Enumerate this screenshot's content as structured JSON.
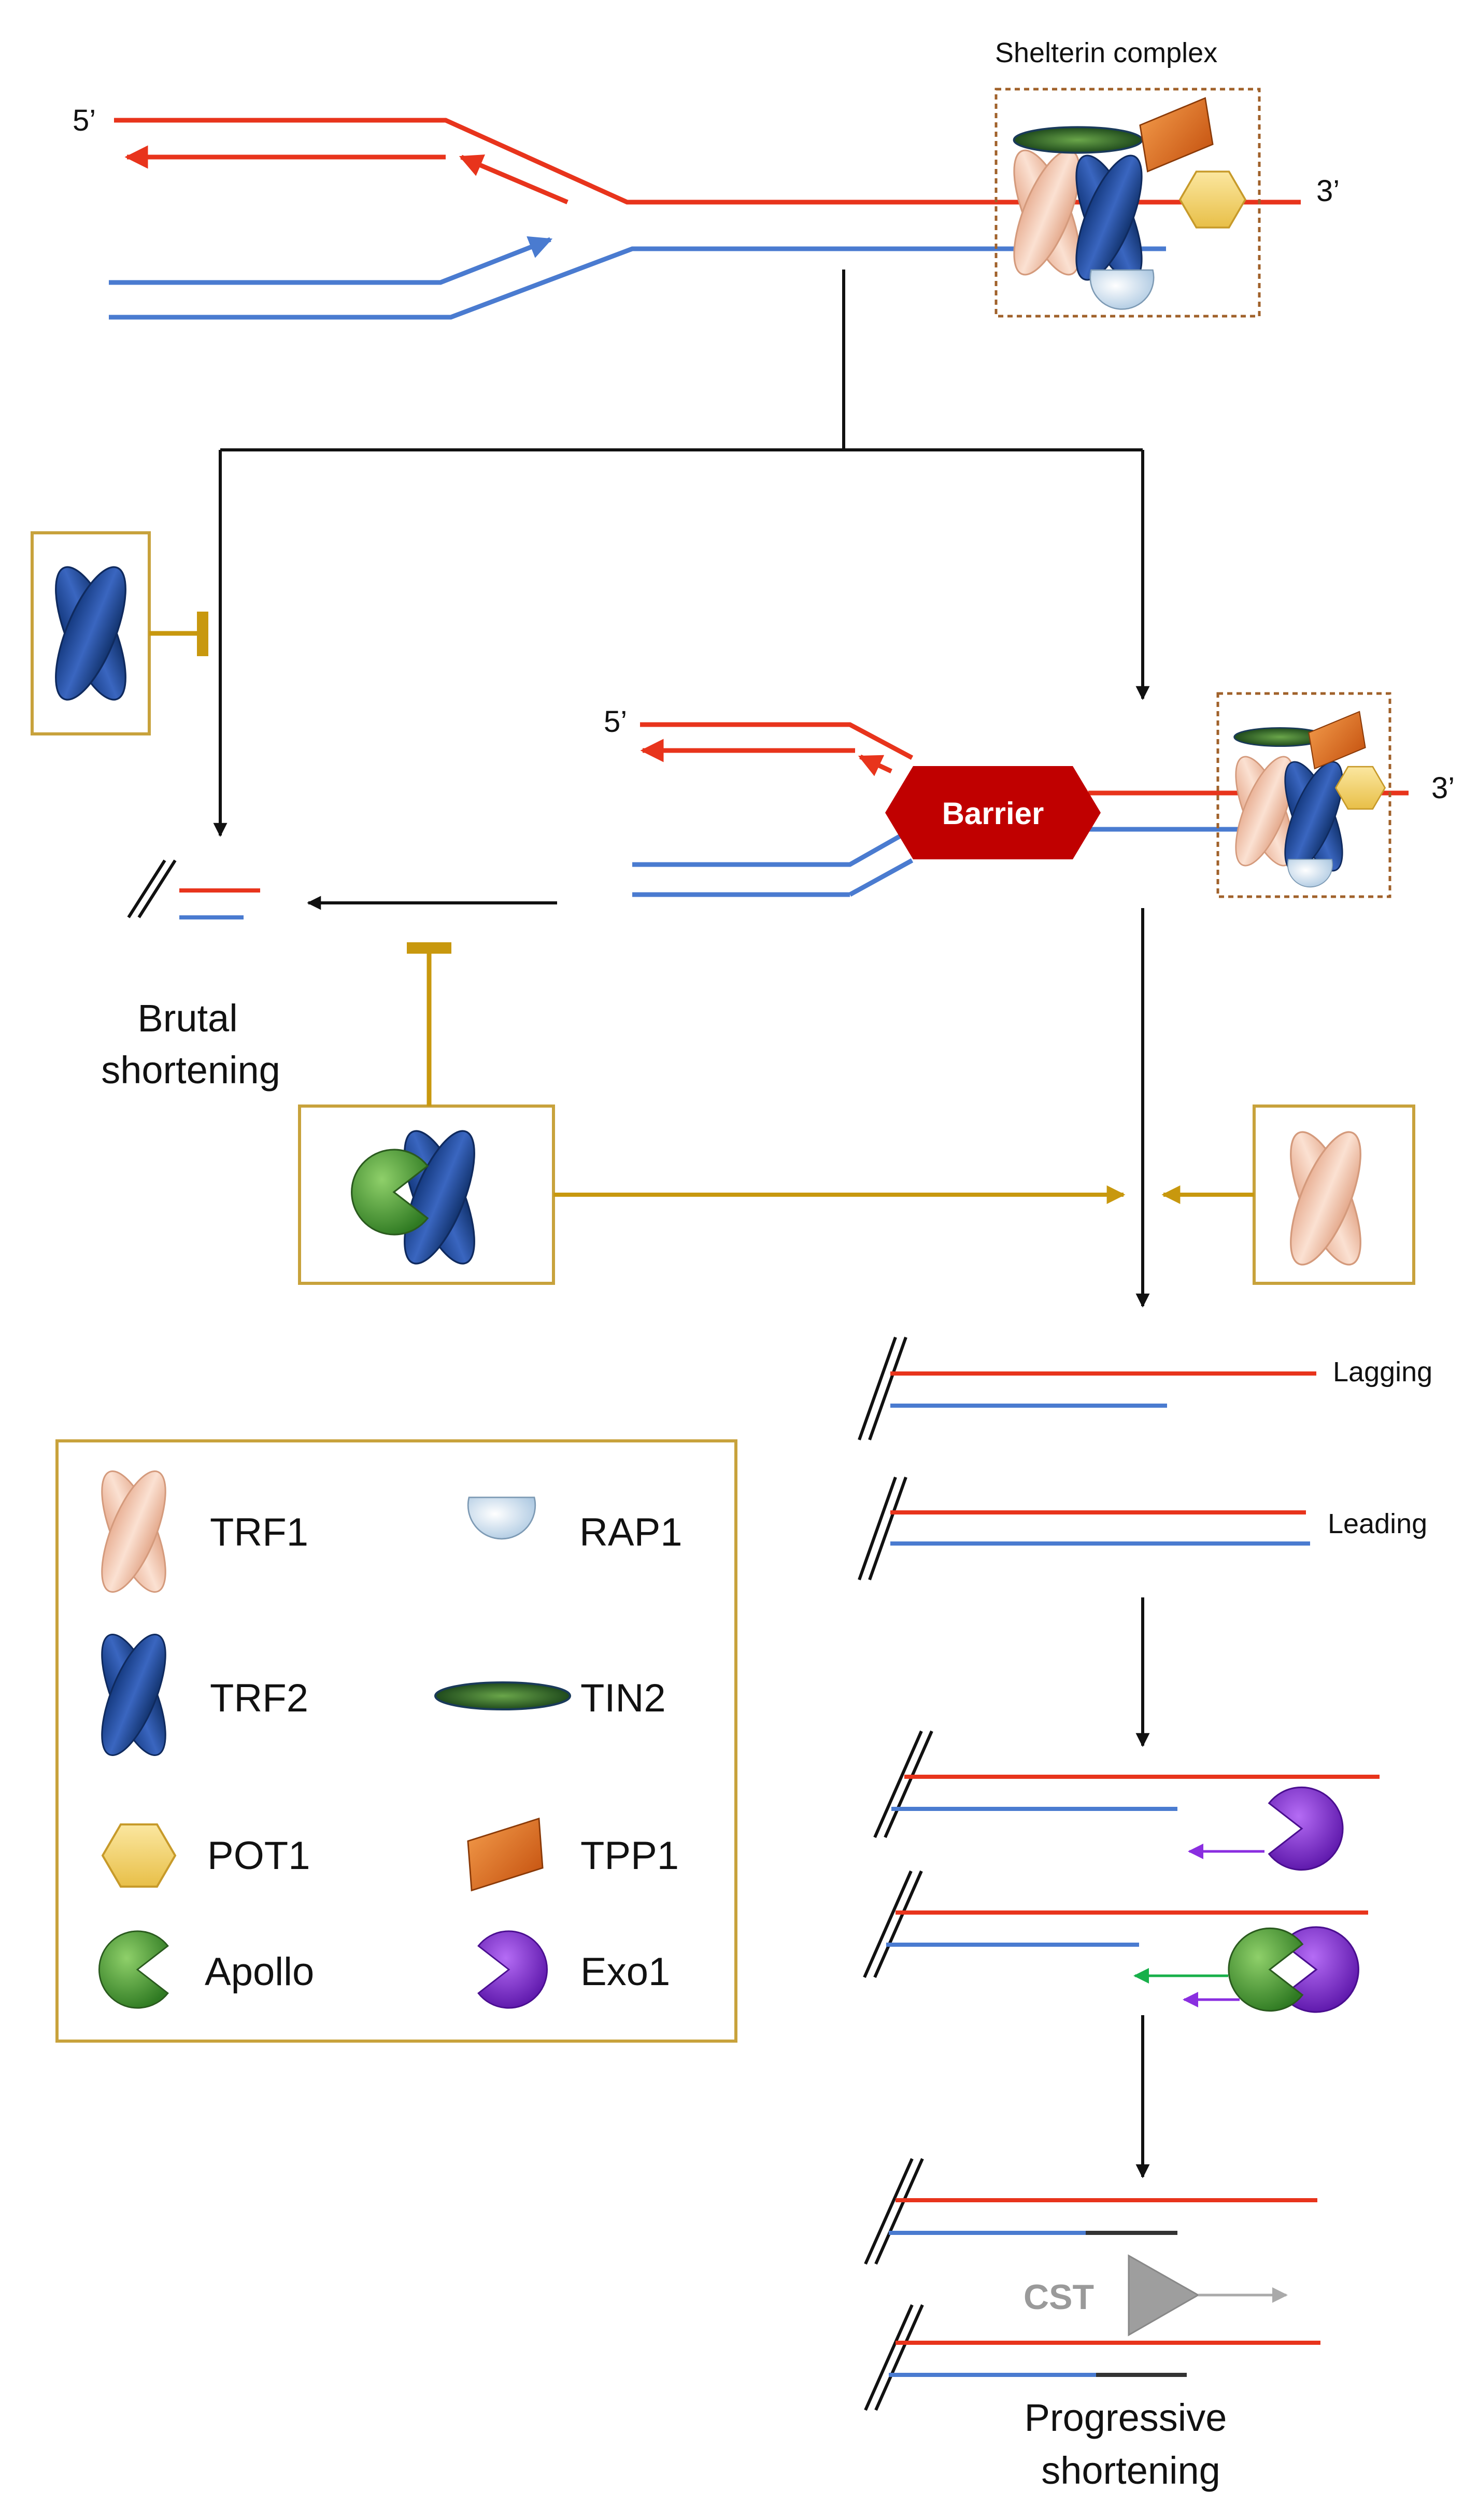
{
  "labels": {
    "shelterin": "Shelterin complex",
    "five_prime_top": "5’",
    "three_prime_top": "3’",
    "five_prime_barrier": "5’",
    "three_prime_barrier": "3’",
    "barrier": "Barrier",
    "brutal": "Brutal",
    "shortening": "shortening",
    "lagging": "Lagging",
    "leading": "Leading",
    "cst": "CST",
    "progressive": "Progressive",
    "progressive_shortening": "shortening"
  },
  "legend": [
    {
      "name": "TRF1",
      "icon": "trf1-icon"
    },
    {
      "name": "RAP1",
      "icon": "rap1-icon"
    },
    {
      "name": "TRF2",
      "icon": "trf2-icon"
    },
    {
      "name": "TIN2",
      "icon": "tin2-icon"
    },
    {
      "name": "POT1",
      "icon": "pot1-icon"
    },
    {
      "name": "TPP1",
      "icon": "tpp1-icon"
    },
    {
      "name": "Apollo",
      "icon": "apollo-icon"
    },
    {
      "name": "Exo1",
      "icon": "exo1-icon"
    }
  ],
  "colors": {
    "red_strand": "#e8341c",
    "blue_strand": "#4a7bd0",
    "inhibition": "#c8980e",
    "box_border": "#c8a23c",
    "barrier": "#c00000",
    "trf1": "#f2c4aa",
    "trf2": "#1f4a9a",
    "pot1": "#f5d46a",
    "tpp1": "#e06a1a",
    "tin2": "#2f6a2a",
    "rap1": "#dde9f4",
    "apollo": "#5aa53a",
    "exo1": "#8a2ee0"
  }
}
